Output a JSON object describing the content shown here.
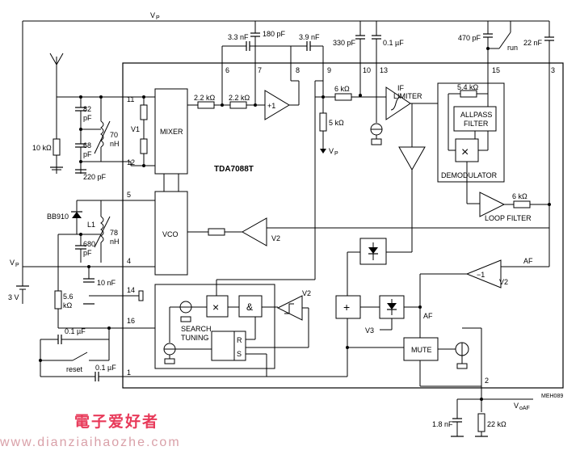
{
  "title": "TDA7088T",
  "rails": {
    "vp_top": "V",
    "vp_left": "V",
    "vp_sub": "P",
    "vp_out": "V",
    "vp_out_sub": "P"
  },
  "blocks": {
    "mixer": "MIXER",
    "vco": "VCO",
    "if_limiter_1": "IF",
    "if_limiter_2": "LIMITER",
    "allpass_1": "ALLPASS",
    "allpass_2": "FILTER",
    "demodulator": "DEMODULATOR",
    "loop_filter": "LOOP FILTER",
    "search_1": "SEARCH",
    "search_2": "TUNING",
    "mute": "MUTE",
    "and": "&",
    "mult": "×",
    "plus": "+",
    "minus_one": "−1",
    "plus_one": "+1",
    "r": "R",
    "s": "S",
    "v1": "V1"
  },
  "pins": [
    "11",
    "12",
    "5",
    "4",
    "14",
    "16",
    "1",
    "6",
    "7",
    "8",
    "9",
    "10",
    "13",
    "15",
    "3",
    "2"
  ],
  "components": {
    "c82": "82",
    "c82u": "pF",
    "c68": "68",
    "c68u": "pF",
    "l70": "70",
    "l70u": "nH",
    "r10k": "10 kΩ",
    "c220": "220 pF",
    "bb910": "BB910",
    "l1": "L1",
    "c680": "680",
    "c680u": "pF",
    "l78": "78",
    "l78u": "nH",
    "c10n": "10 nF",
    "r56": "5.6",
    "r56u": "kΩ",
    "c01a": "0.1 µF",
    "reset": "reset",
    "c01b": "0.1 µF",
    "v3v": "3 V",
    "c33n": "3.3 nF",
    "c180": "180 pF",
    "c39n": "3.9 nF",
    "c330": "330 pF",
    "c01c": "0.1 µF",
    "c470": "470 pF",
    "run": "run",
    "c22n": "22 nF",
    "r22a": "2.2 kΩ",
    "r22b": "2.2 kΩ",
    "r6ka": "6 kΩ",
    "r5k": "5 kΩ",
    "r54": "5.4 kΩ",
    "r6kb": "6 kΩ",
    "v2a": "V2",
    "v2b": "V2",
    "v2c": "V2",
    "v3": "V3",
    "af1": "AF",
    "af2": "AF",
    "vp_in": "V",
    "vp_in_sub": "P",
    "c18": "1.8 nF",
    "r22k": "22 kΩ",
    "vout": "V",
    "vout_sub": "oAF",
    "code": "MEH089"
  },
  "watermark": {
    "cn": "電子爱好者",
    "url": "www.dianziaihaozhe.com"
  }
}
